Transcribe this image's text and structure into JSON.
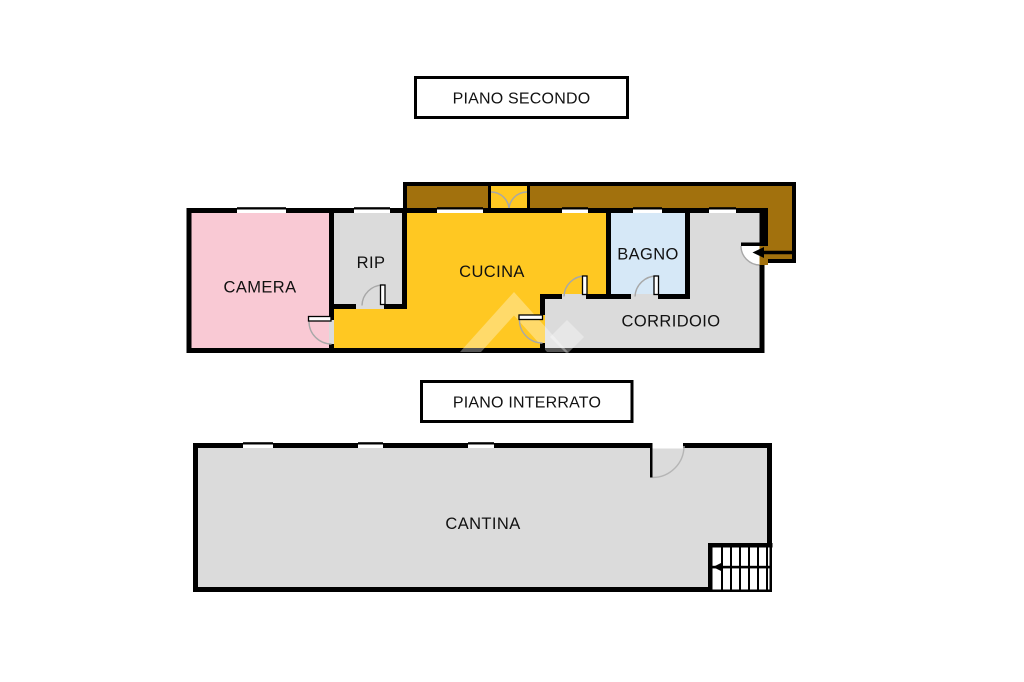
{
  "page": {
    "background": "#FFFFFF"
  },
  "colors": {
    "wall": "#000000",
    "camera": "#F9C9D4",
    "gray_room": "#DBDBDB",
    "cucina": "#FFC822",
    "bagno": "#D6E8F7",
    "cantina": "#DBDBDB",
    "balcony_brown": "#A2710D",
    "door_arc": "#A8A8A8",
    "cantina_arc": "#B5B5B5",
    "watermark": "rgba(255,255,255,0.33)"
  },
  "floor_upper": {
    "title": "PIANO SECONDO",
    "rooms": {
      "camera": "CAMERA",
      "rip": "RIP",
      "cucina": "CUCINA",
      "bagno": "BAGNO",
      "corridoio": "CORRIDOIO"
    }
  },
  "floor_lower": {
    "title": "PIANO INTERRATO",
    "rooms": {
      "cantina": "CANTINA"
    }
  }
}
